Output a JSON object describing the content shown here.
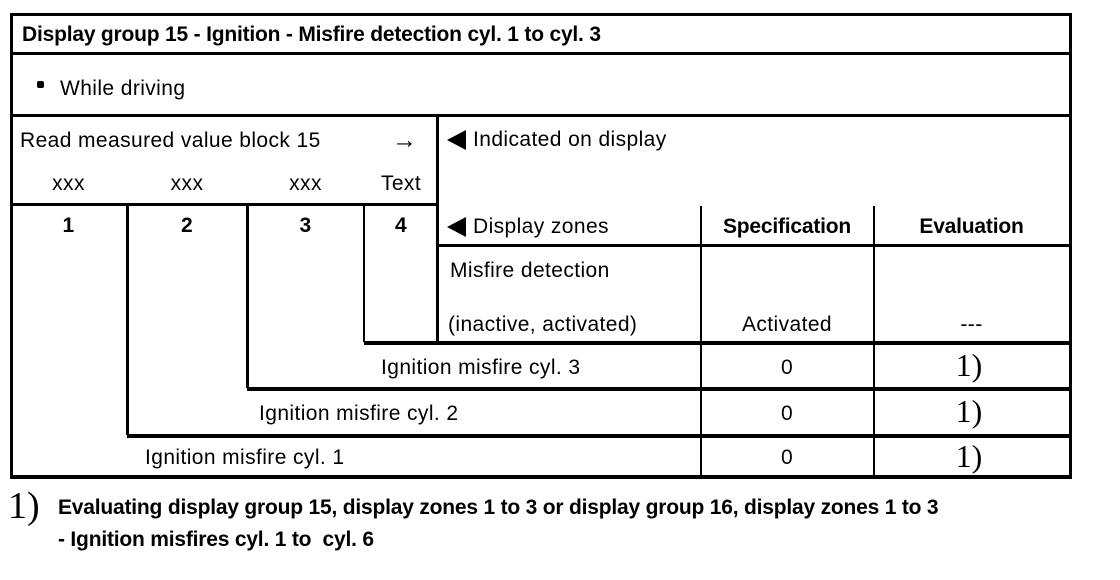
{
  "header": {
    "title": "Display group 15 - Ignition - Misfire detection cyl. 1 to cyl. 3"
  },
  "condition": {
    "label": "While driving"
  },
  "read_block": {
    "label": "Read measured value block 15",
    "arrow": "→",
    "display_cells": [
      "xxx",
      "xxx",
      "xxx",
      "Text"
    ],
    "indicated_label": "Indicated on display"
  },
  "zones_header": {
    "numbers": [
      "1",
      "2",
      "3",
      "4"
    ],
    "display_zones_label": "Display zones",
    "specification_label": "Specification",
    "evaluation_label": "Evaluation"
  },
  "rows": [
    {
      "name": "Misfire detection",
      "name_line2": "(inactive, activated)",
      "specification": "Activated",
      "evaluation": "---"
    },
    {
      "name": "Ignition misfire cyl. 3",
      "specification": "0",
      "evaluation": "1)"
    },
    {
      "name": "Ignition misfire cyl. 2",
      "specification": "0",
      "evaluation": "1)"
    },
    {
      "name": "Ignition misfire cyl. 1",
      "specification": "0",
      "evaluation": "1)"
    }
  ],
  "footnote": {
    "marker": "1)",
    "line1": "Evaluating display group 15, display zones 1 to 3 or display group 16, display zones 1 to 3",
    "line2": "- Ignition misfires cyl. 1 to  cyl. 6"
  }
}
